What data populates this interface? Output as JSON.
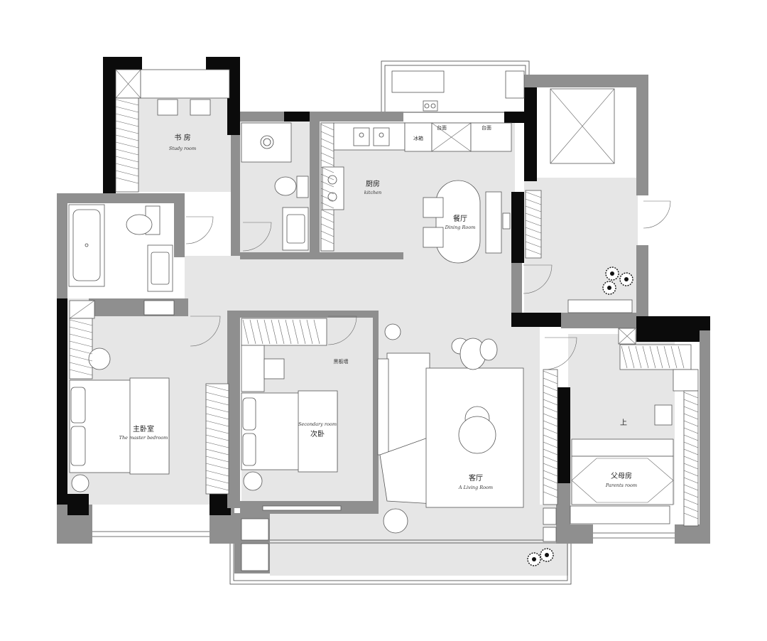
{
  "rooms": {
    "study": {
      "cn": "书 房",
      "en": "Study room"
    },
    "kitchen": {
      "cn": "厨房",
      "en": "kitchen"
    },
    "dining": {
      "cn": "餐厅",
      "en": "Dining Room"
    },
    "master": {
      "cn": "主卧室",
      "en": "The master bedroom"
    },
    "secondary": {
      "cn": "次卧",
      "en": "Secondary room"
    },
    "living": {
      "cn": "客厅",
      "en": "A Living Room"
    },
    "parents": {
      "cn": "父母房",
      "en": "Parents room"
    }
  },
  "annotations": {
    "fridge": "冰箱",
    "countertop_top": "台面",
    "countertop": "台面",
    "blackboard_wall": "黑板墙",
    "up": "上"
  }
}
